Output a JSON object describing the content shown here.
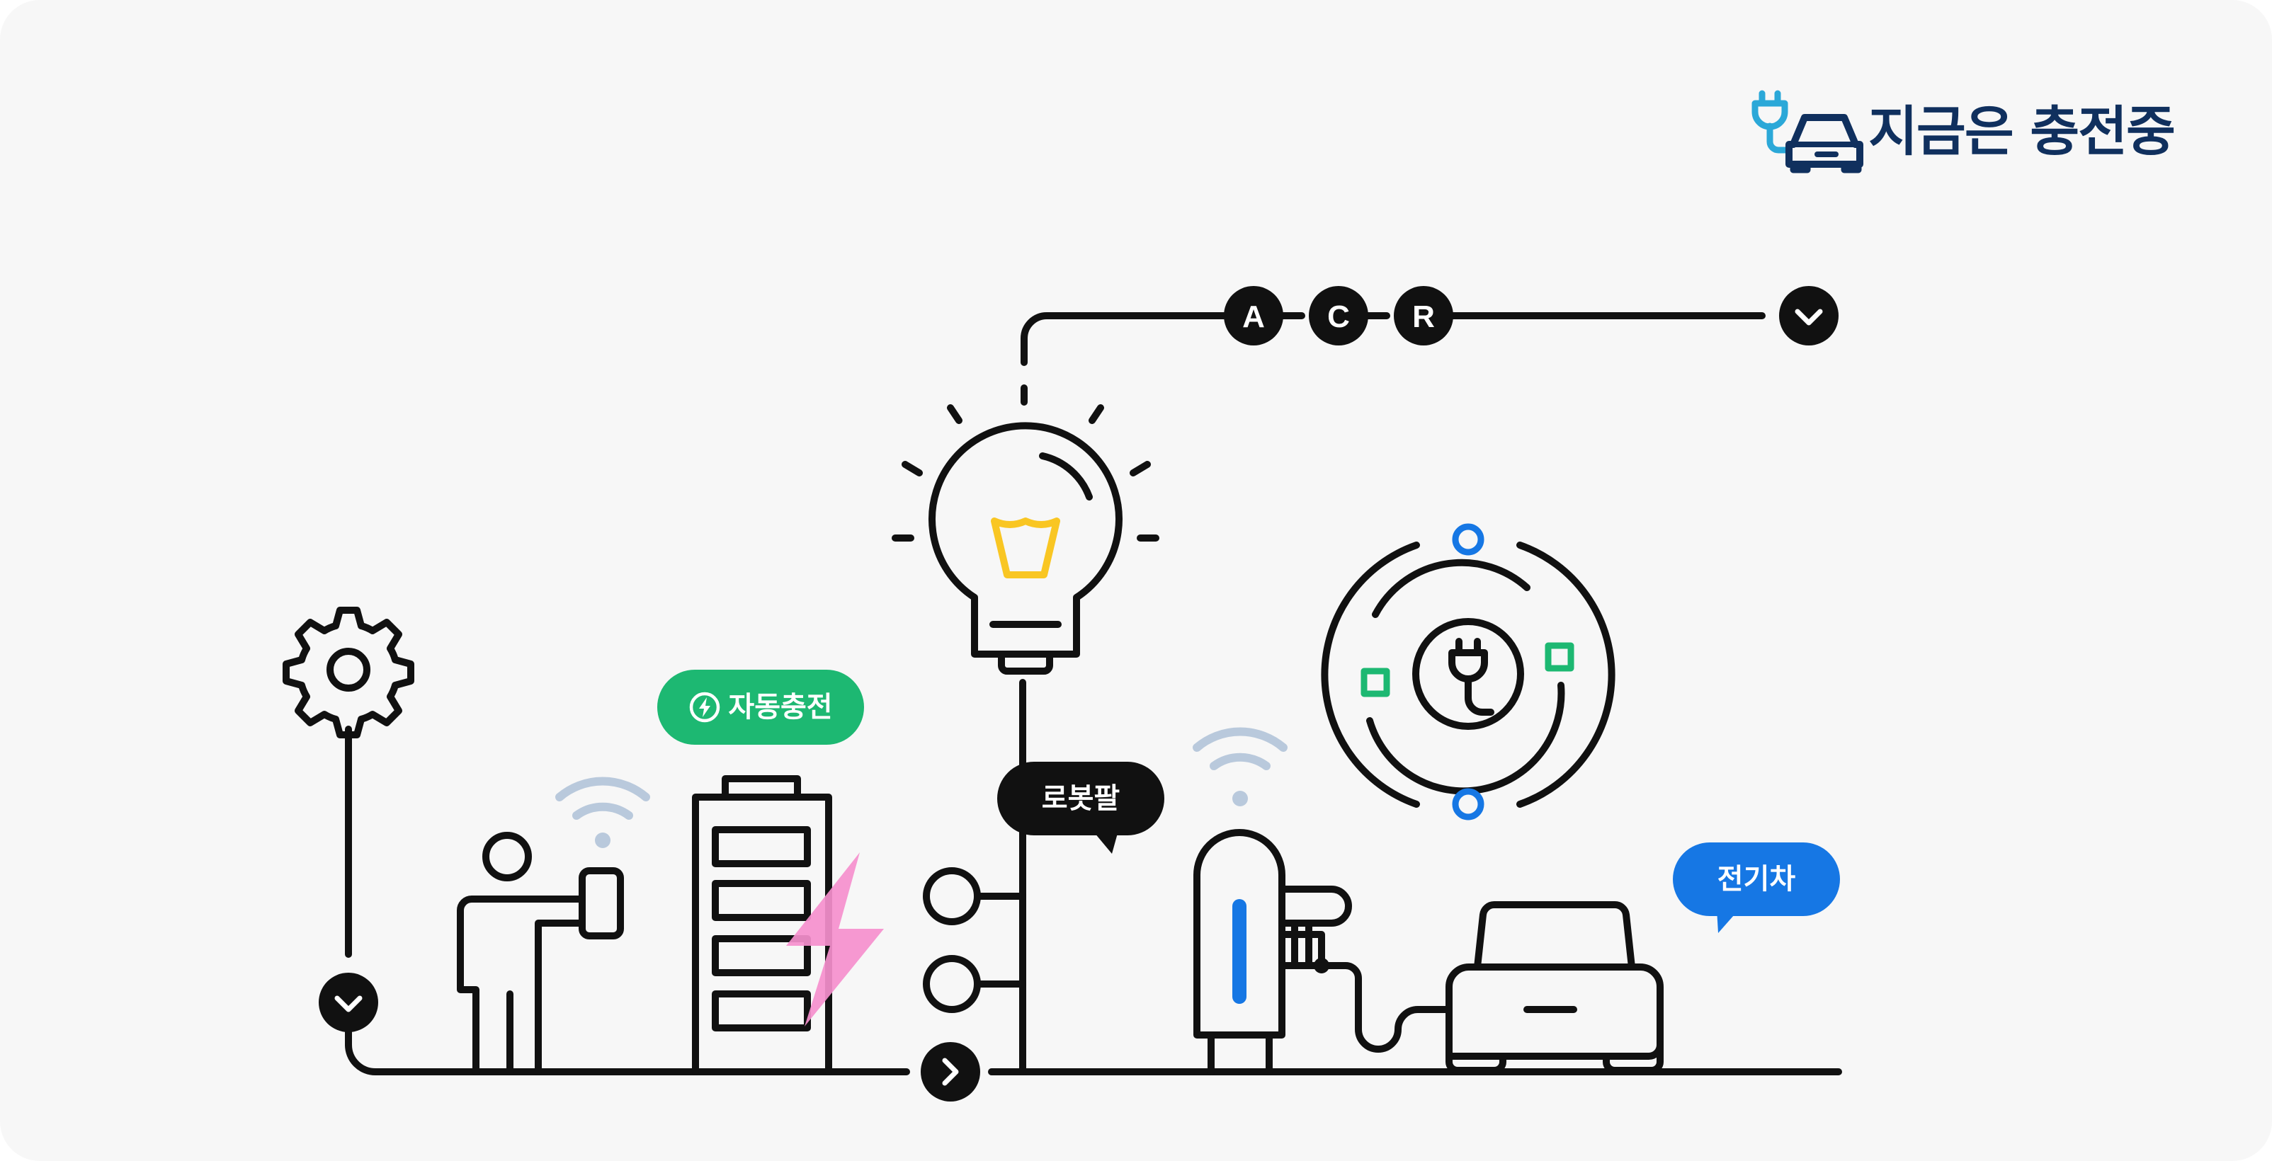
{
  "logo": {
    "icon": "plug-car-icon",
    "title": "지금은 충전중"
  },
  "chain": {
    "letters": [
      "A",
      "C",
      "R"
    ],
    "end_icon": "chevron-down-icon"
  },
  "badges": {
    "auto_charge": {
      "label": "자동충전",
      "icon": "bolt-circle-icon"
    },
    "robot_arm": {
      "label": "로봇팔"
    },
    "ev": {
      "label": "전기차"
    }
  },
  "nav": {
    "down_icon": "chevron-down-icon",
    "next_icon": "chevron-right-icon"
  },
  "icons": [
    "gear-icon",
    "person-phone-icon",
    "wifi-icon",
    "battery-icon",
    "lightning-icon",
    "lightbulb-icon",
    "charger-icon",
    "car-icon",
    "orbit-plug-icon"
  ],
  "colors": {
    "background": "#f7f7f7",
    "line": "#111111",
    "brand_navy": "#10305e",
    "brand_cyan": "#2ba8d8",
    "green": "#1db872",
    "blue": "#1677e4",
    "pink": "#f58fcd",
    "yellow": "#f9c623",
    "wifi": "#b9c9dc"
  }
}
